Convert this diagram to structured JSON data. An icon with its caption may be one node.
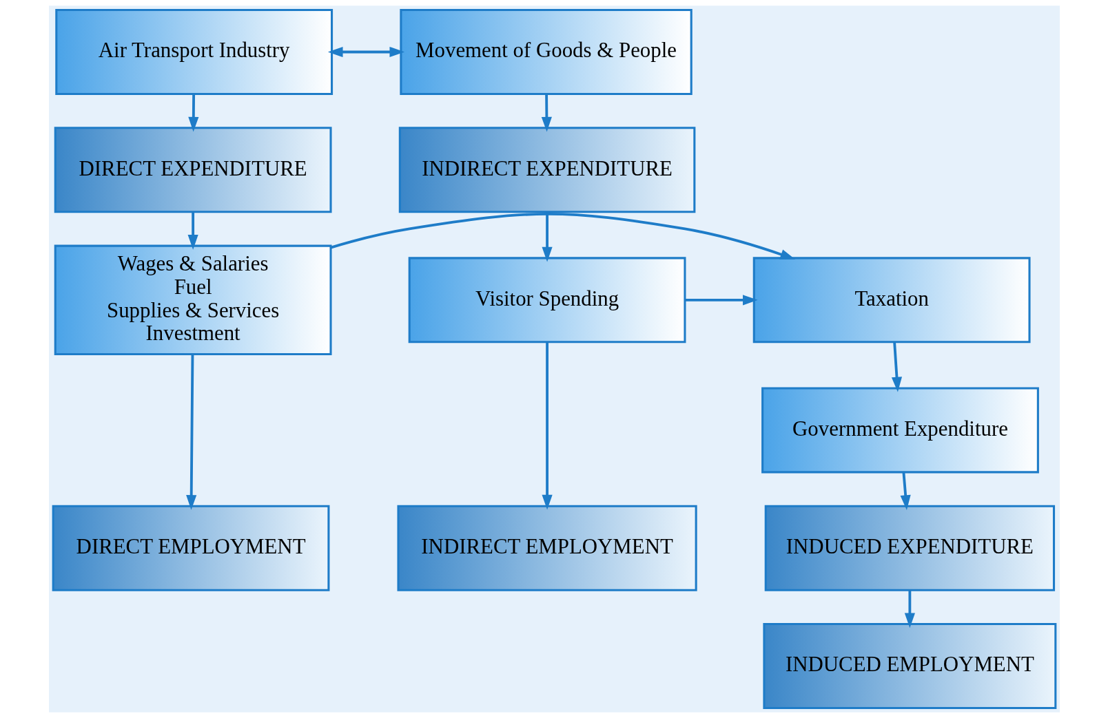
{
  "diagram": {
    "nodes": [
      {
        "text": [
          "Air Transport Industry"
        ]
      },
      {
        "text": [
          "Movement of Goods & People"
        ]
      },
      {
        "text": [
          "DIRECT EXPENDITURE"
        ]
      },
      {
        "text": [
          "INDIRECT EXPENDITURE"
        ]
      },
      {
        "text": [
          "Wages & Salaries",
          "Fuel",
          "Supplies & Services",
          "Investment"
        ]
      },
      {
        "text": [
          "Taxation"
        ]
      },
      {
        "text": [
          "Visitor Spending"
        ]
      },
      {
        "text": [
          "Government Expenditure"
        ]
      },
      {
        "text": [
          "DIRECT EMPLOYMENT"
        ]
      },
      {
        "text": [
          "INDUCED EXPENDITURE"
        ]
      },
      {
        "text": [
          "INDIRECT EMPLOYMENT"
        ]
      },
      {
        "text": [
          "INDUCED EMPLOYMENT"
        ]
      }
    ],
    "edges": [
      {
        "from": 0,
        "to": 1,
        "arrow": "both"
      },
      {
        "from": 0,
        "to": 2,
        "arrow": "to"
      },
      {
        "from": 1,
        "to": 3,
        "arrow": "to"
      },
      {
        "from": 2,
        "to": 4,
        "arrow": "to"
      },
      {
        "from": 3,
        "to": 6,
        "arrow": "to"
      },
      {
        "from": 4,
        "to": 5,
        "arrow": "to"
      },
      {
        "from": 6,
        "to": 5,
        "arrow": "to"
      },
      {
        "from": 5,
        "to": 7,
        "arrow": "to"
      },
      {
        "from": 4,
        "to": 8,
        "arrow": "to"
      },
      {
        "from": 6,
        "to": 10,
        "arrow": "to"
      },
      {
        "from": 7,
        "to": 9,
        "arrow": "to"
      },
      {
        "from": 9,
        "to": 11,
        "arrow": "to"
      }
    ]
  }
}
